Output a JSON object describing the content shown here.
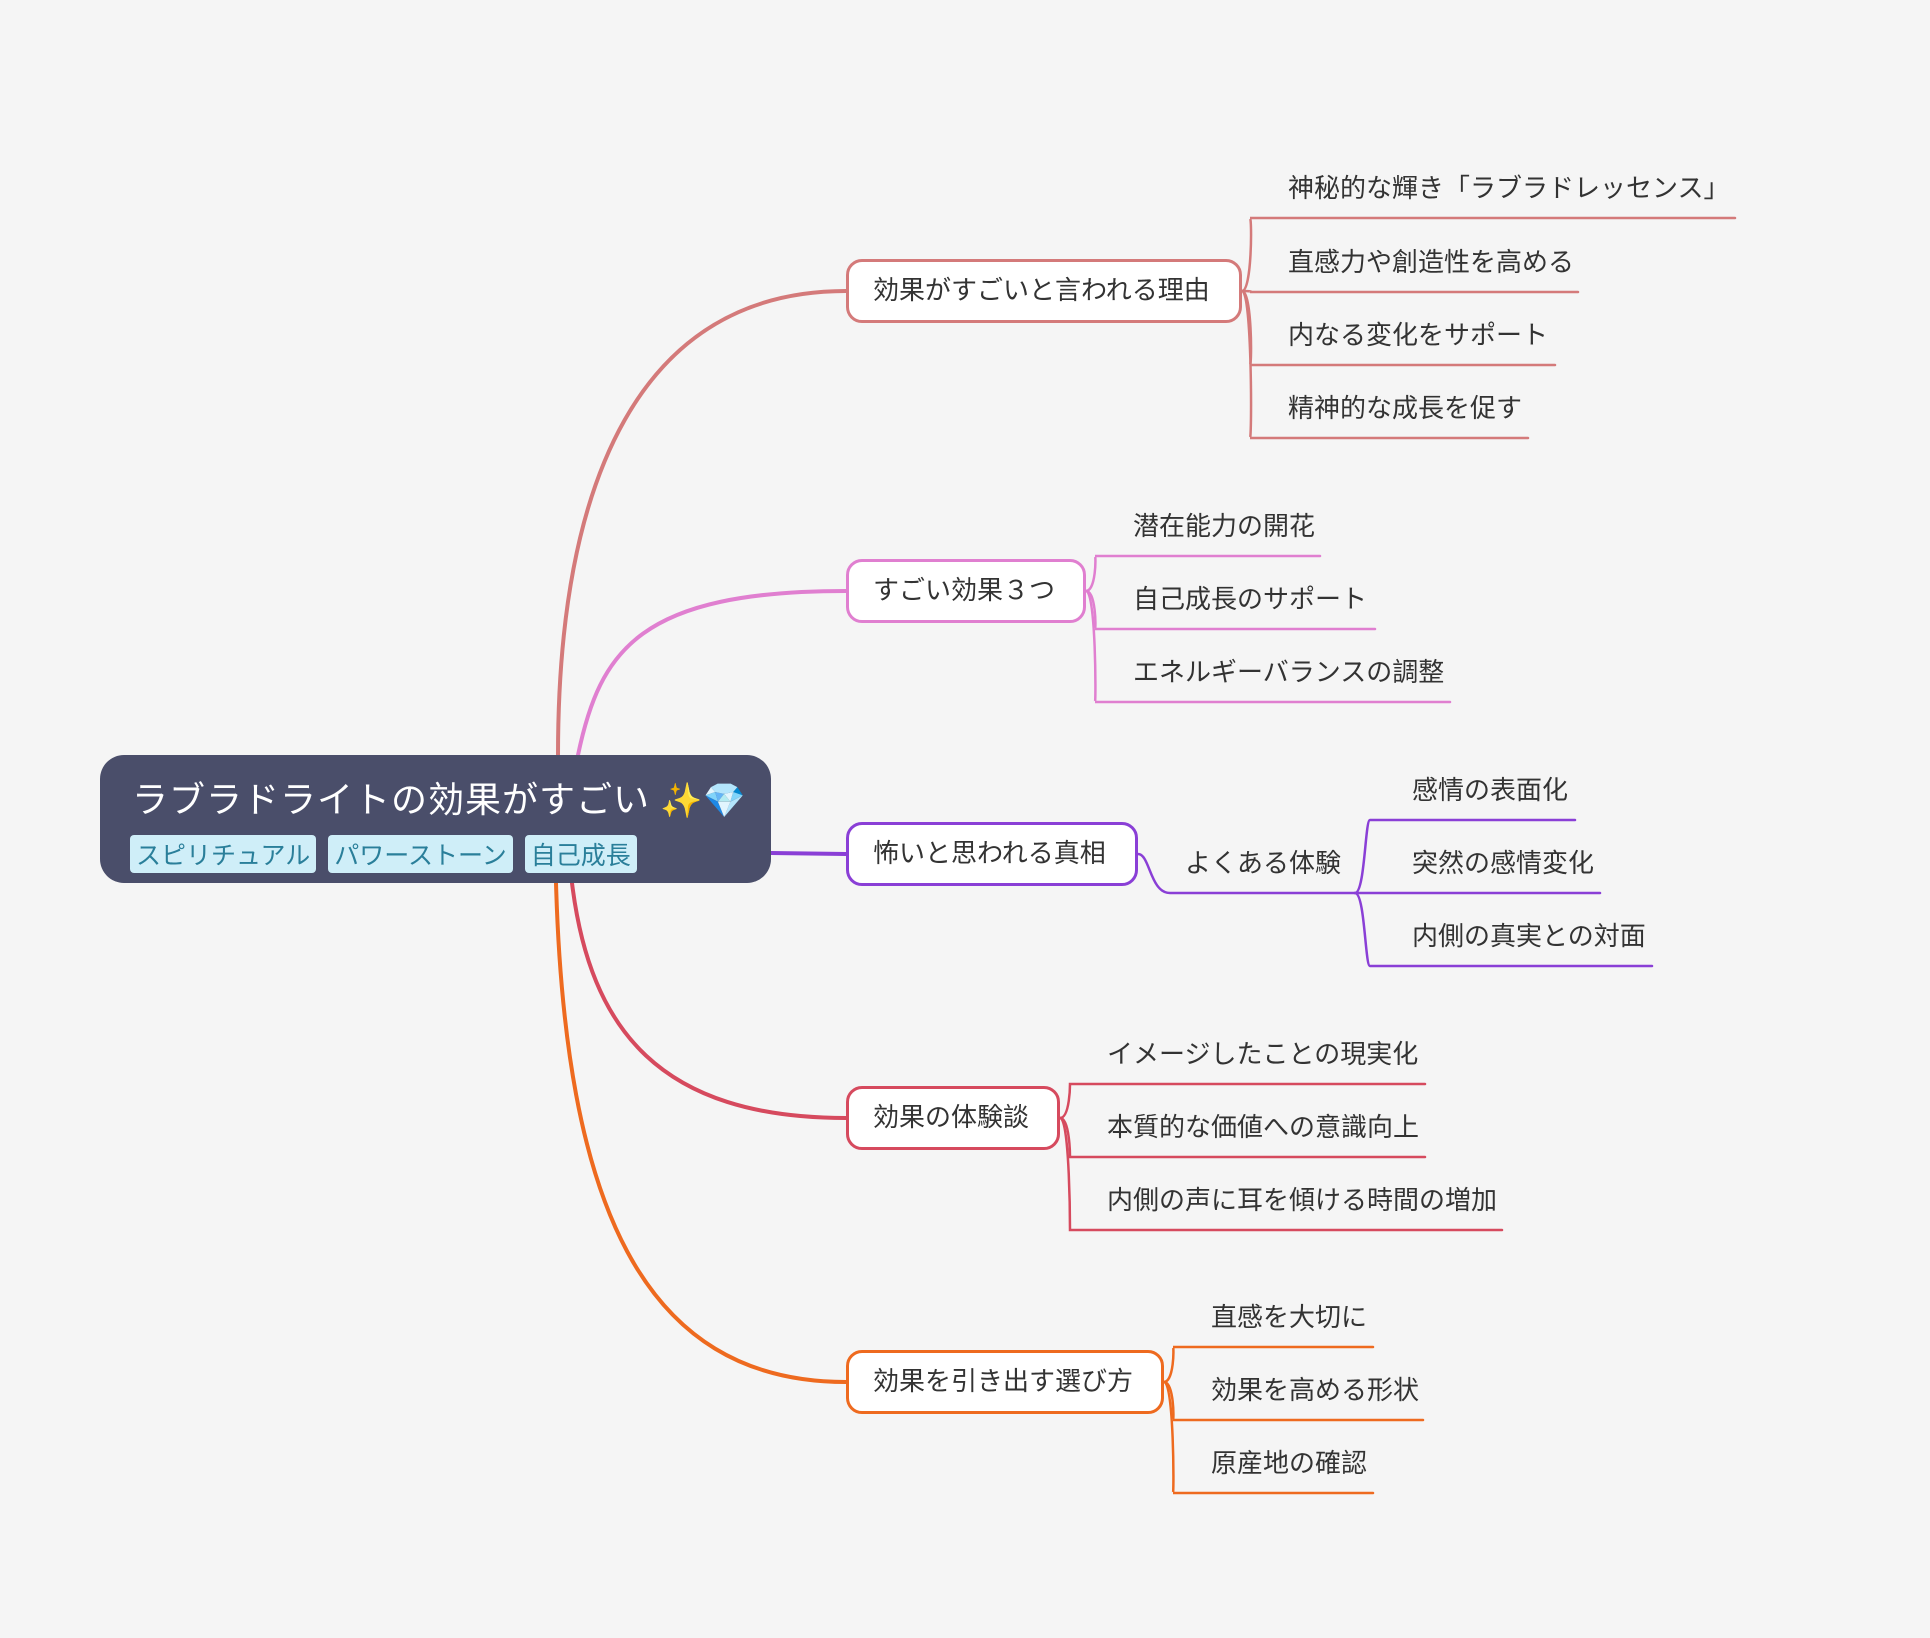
{
  "root": {
    "title": "ラブラドライトの効果がすごい",
    "emoji": "✨💎",
    "tags": [
      "スピリチュアル",
      "パワーストーン",
      "自己成長"
    ]
  },
  "branches": [
    {
      "label": "効果がすごいと言われる理由",
      "color": "#d47a7a",
      "children": [
        "神秘的な輝き「ラブラドレッセンス」",
        "直感力や創造性を高める",
        "内なる変化をサポート",
        "精神的な成長を促す"
      ]
    },
    {
      "label": "すごい効果３つ",
      "color": "#e07fd0",
      "children": [
        "潜在能力の開花",
        "自己成長のサポート",
        "エネルギーバランスの調整"
      ]
    },
    {
      "label": "怖いと思われる真相",
      "color": "#8a3fd6",
      "sub": "よくある体験",
      "children": [
        "感情の表面化",
        "突然の感情変化",
        "内側の真実との対面"
      ]
    },
    {
      "label": "効果の体験談",
      "color": "#d64a5e",
      "children": [
        "イメージしたことの現実化",
        "本質的な価値への意識向上",
        "内側の声に耳を傾ける時間の増加"
      ]
    },
    {
      "label": "効果を引き出す選び方",
      "color": "#ee6a1f",
      "children": [
        "直感を大切に",
        "効果を高める形状",
        "原産地の確認"
      ]
    }
  ]
}
